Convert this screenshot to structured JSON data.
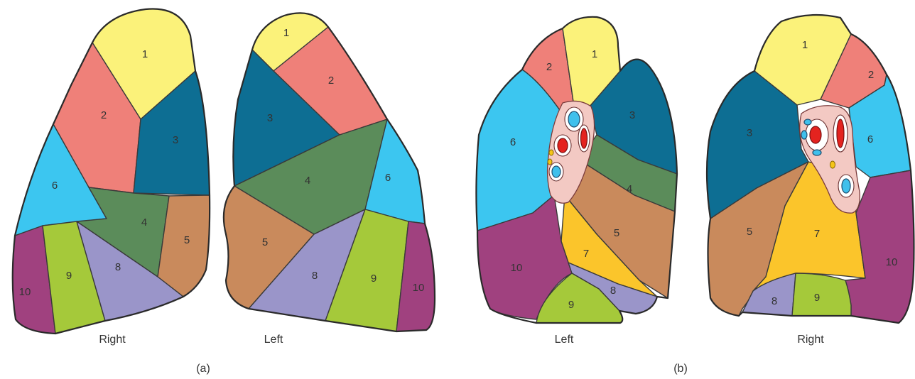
{
  "colors": {
    "seg1": "#fbf27a",
    "seg2": "#ef8079",
    "seg3": "#0d6e93",
    "seg4": "#5b8c5a",
    "seg5": "#c98a5c",
    "seg6": "#3cc6f0",
    "seg7": "#fbc52b",
    "seg8": "#9a95c9",
    "seg9": "#a5c93a",
    "seg10": "#a0417f"
  },
  "panel_a": {
    "caption": "(a)",
    "right_lung": {
      "label": "Right",
      "segments": {
        "s1": "1",
        "s2": "2",
        "s3": "3",
        "s4": "4",
        "s5": "5",
        "s6": "6",
        "s8": "8",
        "s9": "9",
        "s10": "10"
      }
    },
    "left_lung": {
      "label": "Left",
      "segments": {
        "s1": "1",
        "s2": "2",
        "s3": "3",
        "s4": "4",
        "s5": "5",
        "s6": "6",
        "s8": "8",
        "s9": "9",
        "s10": "10"
      }
    }
  },
  "panel_b": {
    "caption": "(b)",
    "left_lung": {
      "label": "Left",
      "segments": {
        "s1": "1",
        "s2": "2",
        "s3": "3",
        "s4": "4",
        "s5": "5",
        "s6": "6",
        "s7": "7",
        "s8": "8",
        "s9": "9",
        "s10": "10"
      }
    },
    "right_lung": {
      "label": "Right",
      "segments": {
        "s1": "1",
        "s2": "2",
        "s3": "3",
        "s5": "5",
        "s6": "6",
        "s7": "7",
        "s8": "8",
        "s9": "9",
        "s10": "10"
      }
    }
  }
}
